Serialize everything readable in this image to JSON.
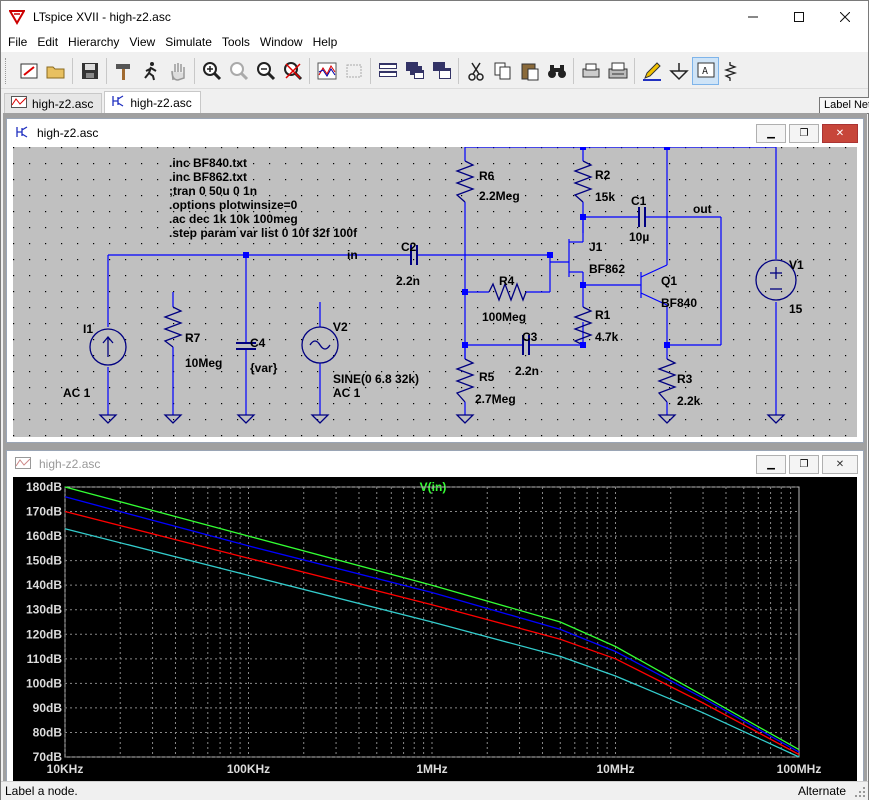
{
  "window": {
    "title": "LTspice XVII - high-z2.asc"
  },
  "menu": [
    "File",
    "Edit",
    "Hierarchy",
    "View",
    "Simulate",
    "Tools",
    "Window",
    "Help"
  ],
  "tooltip": "Label Net",
  "tabs": [
    {
      "label": "high-z2.asc",
      "icon": "waveform-icon"
    },
    {
      "label": "high-z2.asc",
      "icon": "schematic-icon"
    }
  ],
  "schematic_window": {
    "title": "high-z2.asc"
  },
  "plot_window": {
    "title": "high-z2.asc"
  },
  "directives": [
    ".inc BF840.txt",
    ".inc BF862.txt",
    ";tran 0 50u 0 1n",
    ".options plotwinsize=0",
    ".ac dec 1k 10k 100meg",
    ".step param var list 0 10f 32f 100f"
  ],
  "components": {
    "I1": {
      "name": "I1",
      "value": "AC 1"
    },
    "R7": {
      "name": "R7",
      "value": "10Meg"
    },
    "C4": {
      "name": "C4",
      "value": "{var}"
    },
    "V2": {
      "name": "V2",
      "value1": "SINE(0 6.8 32k)",
      "value2": "AC 1"
    },
    "C2": {
      "name": "C2",
      "value": "2.2n"
    },
    "R6": {
      "name": "R6",
      "value": "2.2Meg"
    },
    "R4": {
      "name": "R4",
      "value": "100Meg"
    },
    "R5": {
      "name": "R5",
      "value": "2.7Meg"
    },
    "C3": {
      "name": "C3",
      "value": "2.2n"
    },
    "R2": {
      "name": "R2",
      "value": "15k"
    },
    "C1": {
      "name": "C1",
      "value": "10µ"
    },
    "J1": {
      "name": "J1",
      "value": "BF862"
    },
    "Q1": {
      "name": "Q1",
      "value": "BF840"
    },
    "R1": {
      "name": "R1",
      "value": "4.7k"
    },
    "R3": {
      "name": "R3",
      "value": "2.2k"
    },
    "V1": {
      "name": "V1",
      "value": "15"
    }
  },
  "net_labels": {
    "in": "in",
    "out": "out"
  },
  "chart_data": {
    "type": "line",
    "title": "V(in)",
    "xscale": "log",
    "x_ticks": [
      "10KHz",
      "100KHz",
      "1MHz",
      "10MHz",
      "100MHz"
    ],
    "y_ticks": [
      "180dB",
      "170dB",
      "160dB",
      "150dB",
      "140dB",
      "130dB",
      "120dB",
      "110dB",
      "100dB",
      "90dB",
      "80dB",
      "70dB"
    ],
    "xlim": [
      10000,
      100000000
    ],
    "ylim": [
      70,
      180
    ],
    "grid": true,
    "series": [
      {
        "color": "#33ff33",
        "x": [
          10000,
          100000,
          1000000,
          5000000,
          10000000,
          30000000,
          100000000
        ],
        "y": [
          180,
          160,
          140,
          125,
          115,
          95,
          73
        ]
      },
      {
        "color": "#0000ff",
        "x": [
          10000,
          100000,
          1000000,
          5000000,
          10000000,
          30000000,
          100000000
        ],
        "y": [
          176,
          156,
          137,
          122,
          113,
          94,
          72
        ]
      },
      {
        "color": "#ff0000",
        "x": [
          10000,
          100000,
          1000000,
          5000000,
          10000000,
          30000000,
          100000000
        ],
        "y": [
          170,
          151,
          132,
          118,
          110,
          92,
          71
        ]
      },
      {
        "color": "#33cccc",
        "x": [
          10000,
          100000,
          1000000,
          5000000,
          10000000,
          30000000,
          100000000
        ],
        "y": [
          163,
          144,
          125,
          111,
          103,
          88,
          70
        ]
      }
    ]
  },
  "status": {
    "left": "Label a node.",
    "right": "Alternate"
  }
}
